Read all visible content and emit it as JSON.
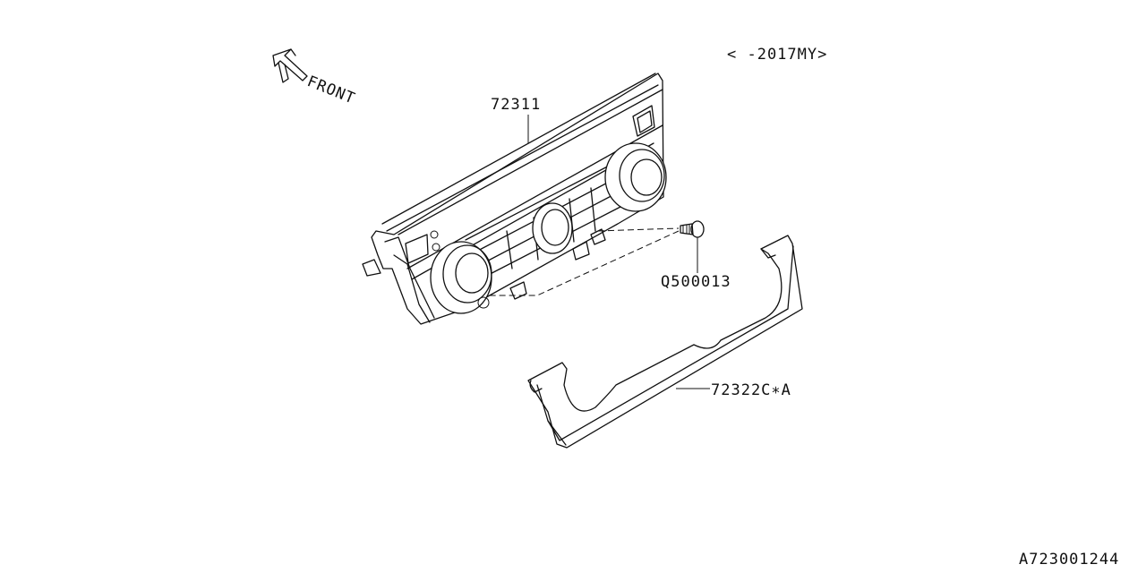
{
  "header": {
    "model_year": "< -2017MY>",
    "front_label": "FRONT"
  },
  "parts": [
    {
      "id": "control-panel",
      "number": "72311"
    },
    {
      "id": "screw",
      "number": "Q500013"
    },
    {
      "id": "bezel",
      "number": "72322C∗A"
    }
  ],
  "footer": {
    "diagram_id": "A723001244"
  },
  "colors": {
    "line": "#111111",
    "background": "#ffffff"
  },
  "icons": {
    "front_arrow": "front-arrow-icon"
  }
}
